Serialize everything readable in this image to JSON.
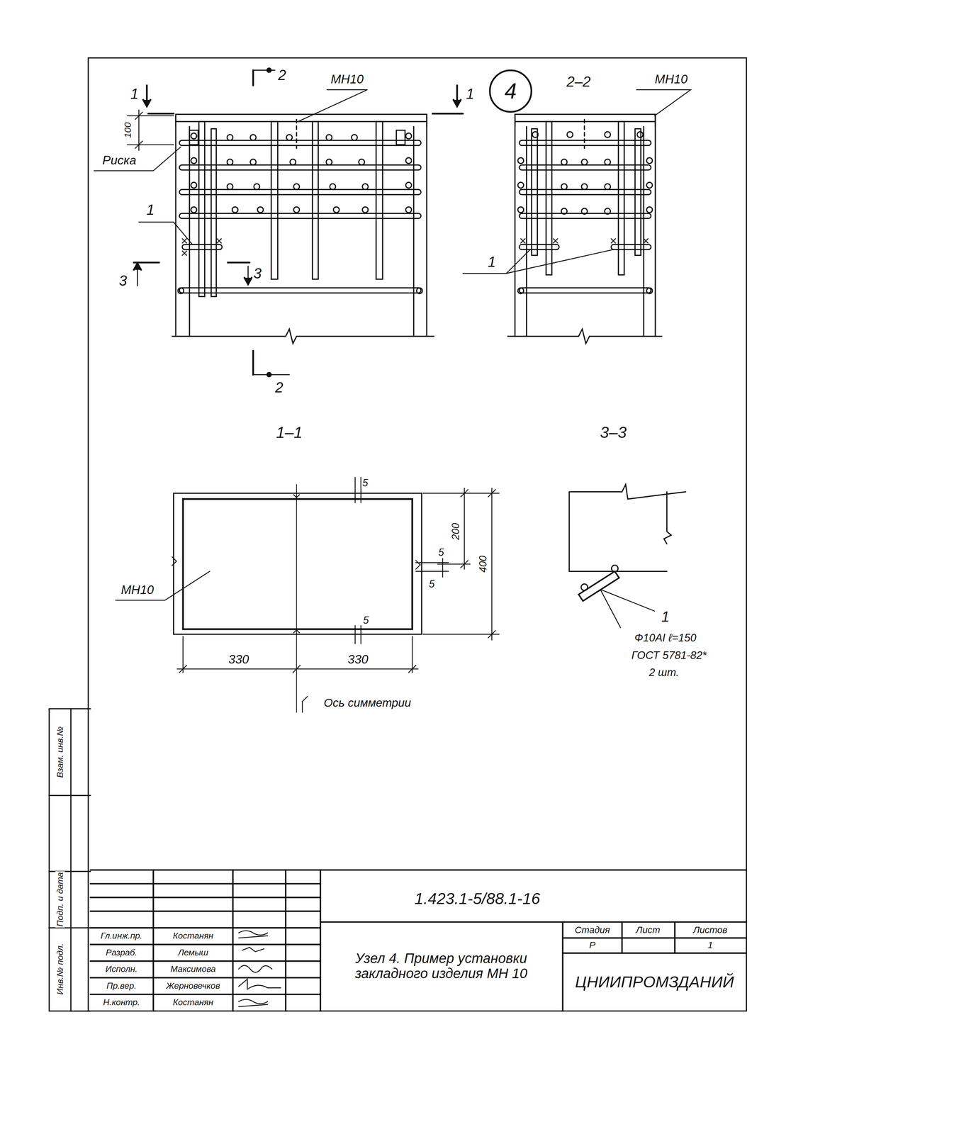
{
  "diagram": {
    "nodes": [
      {
        "text": [
          "4"
        ]
      }
    ],
    "labels": [
      "1",
      "1",
      "2",
      "МН10",
      "2–2",
      "МН10",
      "100",
      "Риска",
      "1",
      "3",
      "3",
      "2",
      "1",
      "1–1",
      "3–3",
      "5",
      "200",
      "5",
      "5",
      "400",
      "5",
      "330",
      "330",
      "МН10",
      "Ось симметрии",
      "1",
      "Ф10АI ℓ=150",
      "ГОСТ 5781-82*",
      "2 шт.",
      "1.423.1-5/88.1-16",
      "Гл.инж.пр.",
      "Костанян",
      "Разраб.",
      "Лемыш",
      "Исполн.",
      "Максимова",
      "Пр.вер.",
      "Жерновечков",
      "Н.контр.",
      "Костанян",
      "Узел 4. Пример установки закладного изделия МН 10",
      "Стадия",
      "Лист",
      "Листов",
      "Р",
      "1",
      "ЦНИИПРОМЗДАНИЙ",
      "Инв.№ подл.",
      "Подп. и дата",
      "Взам. инв.№"
    ]
  }
}
